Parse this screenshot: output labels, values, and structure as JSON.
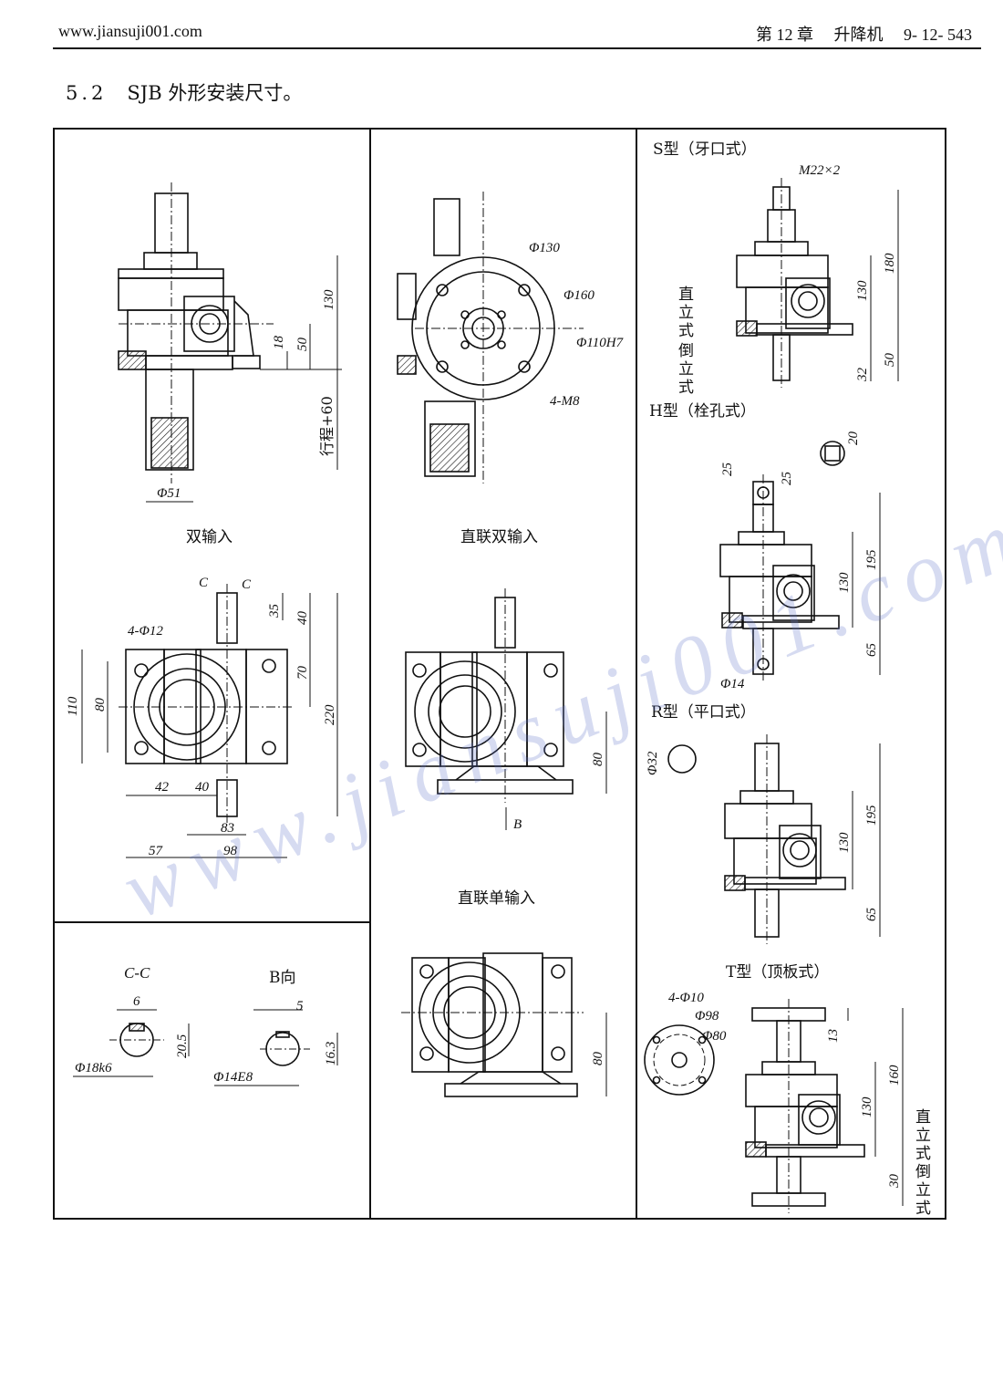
{
  "header": {
    "url": "www.jiansuji001.com",
    "chapter": "第 12 章",
    "chapter_title": "升降机",
    "page": "9- 12- 543"
  },
  "section": {
    "number": "5.2",
    "title": "SJB 外形安装尺寸。"
  },
  "captions": {
    "double_input": "双输入",
    "direct_double_input": "直联双输入",
    "direct_single_input": "直联单输入",
    "section_cc": "C-C",
    "view_b": "B向",
    "s_type": "S型（牙口式）",
    "h_type": "H型（栓孔式）",
    "r_type": "R型（平口式）",
    "t_type": "T型（顶板式）",
    "upright": "直立式",
    "inverted": "倒立式"
  },
  "dimensions": {
    "d130": "130",
    "d50": "50",
    "d18": "18",
    "stroke": "行程+60",
    "phi51": "Φ51",
    "phi130": "Φ130",
    "phi160": "Φ160",
    "phi110": "Φ110H7",
    "m8": "4-M8",
    "c": "C",
    "d35": "35",
    "d40": "40",
    "d70": "70",
    "d220": "220",
    "d110": "110",
    "d80": "80",
    "phi12": "4-Φ12",
    "d42": "42",
    "d40b": "40",
    "d83": "83",
    "d57": "57",
    "d98": "98",
    "b": "B",
    "d6": "6",
    "d20_5": "20.5",
    "phi18k6": "Φ18k6",
    "d5": "5",
    "d16_3": "16.3",
    "phi14e8": "Φ14E8",
    "m22": "M22×2",
    "d180": "180",
    "d32": "32",
    "d20": "20",
    "d25a": "25",
    "d25b": "25",
    "d195": "195",
    "d65": "65",
    "phi14": "Φ14",
    "phi32": "Φ32",
    "phi10": "4-Φ10",
    "phi98": "Φ98",
    "phi80": "Φ80",
    "d13": "13",
    "d160": "160",
    "d30": "30"
  },
  "watermark": "www.jiansuji001.com"
}
